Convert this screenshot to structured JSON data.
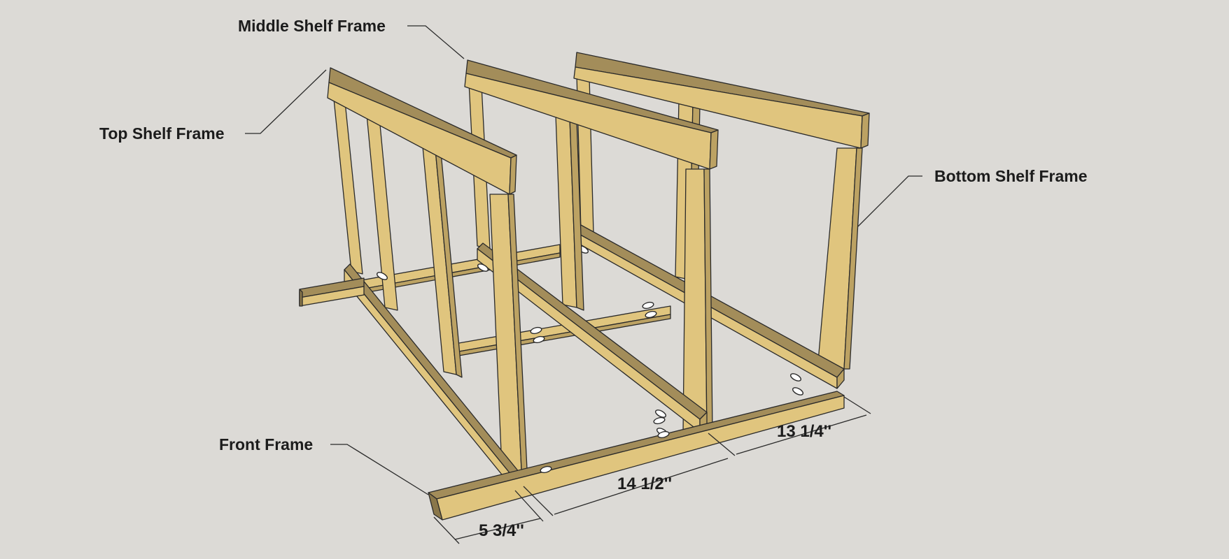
{
  "callouts": {
    "middle_shelf_frame": "Middle Shelf Frame",
    "top_shelf_frame": "Top Shelf Frame",
    "bottom_shelf_frame": "Bottom Shelf Frame",
    "front_frame": "Front Frame"
  },
  "dimensions": {
    "depth_top": "13 1/4''",
    "depth_middle": "14 1/2''",
    "depth_front": "5 3/4''"
  },
  "colors": {
    "background": "#dcdad6",
    "wood_top_face": "#a38d5a",
    "wood_light_face": "#e0c57e",
    "wood_mid_face": "#bca263",
    "wood_dark_face": "#8a774a",
    "outline": "#2a2a2a",
    "label_text": "#1c1c1c"
  }
}
